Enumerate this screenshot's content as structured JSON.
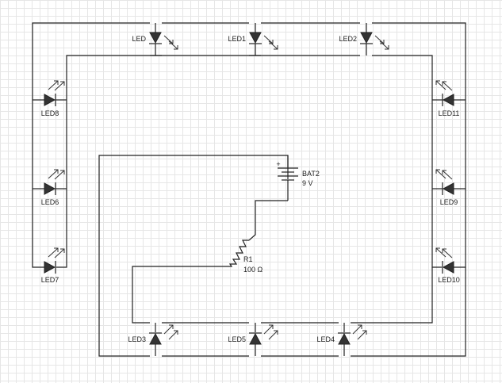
{
  "components": {
    "led_top_1": "LED",
    "led_top_2": "LED1",
    "led_top_3": "LED2",
    "led_left_1": "LED8",
    "led_left_2": "LED6",
    "led_left_3": "LED7",
    "led_right_1": "LED11",
    "led_right_2": "LED9",
    "led_right_3": "LED10",
    "led_bottom_1": "LED3",
    "led_bottom_2": "LED5",
    "led_bottom_3": "LED4",
    "battery_name": "BAT2",
    "battery_value": "9 V",
    "battery_plus": "+",
    "resistor_name": "R1",
    "resistor_value": "100 Ω"
  }
}
